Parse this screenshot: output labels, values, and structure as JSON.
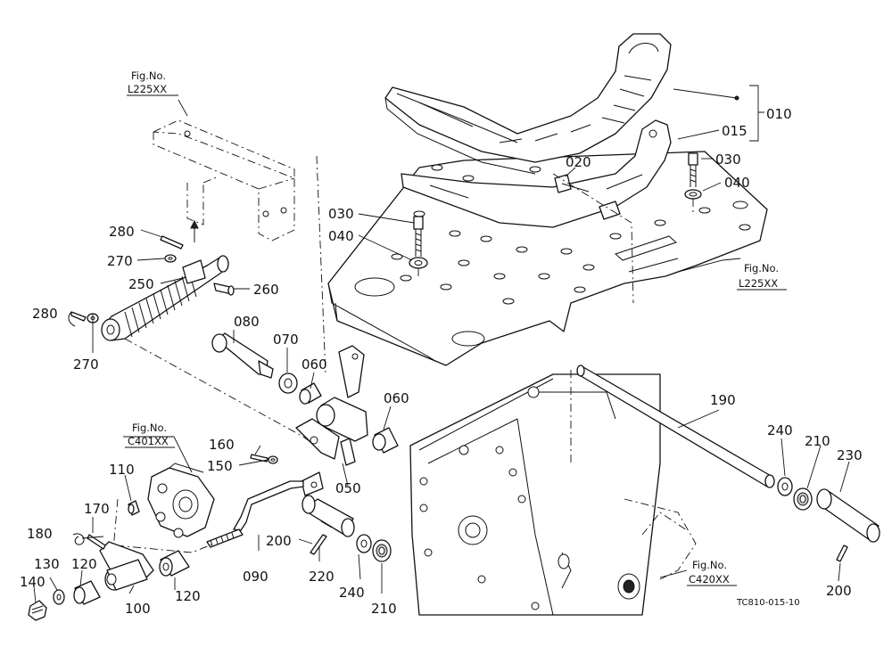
{
  "part_labels": {
    "p010": "010",
    "p015": "015",
    "p020": "020",
    "p030a": "030",
    "p030b": "030",
    "p040a": "040",
    "p040b": "040",
    "p050": "050",
    "p060a": "060",
    "p060b": "060",
    "p070": "070",
    "p080": "080",
    "p090": "090",
    "p100": "100",
    "p110": "110",
    "p120a": "120",
    "p120b": "120",
    "p130": "130",
    "p140": "140",
    "p150": "150",
    "p160": "160",
    "p170": "170",
    "p180": "180",
    "p190": "190",
    "p200a": "200",
    "p200b": "200",
    "p210a": "210",
    "p210b": "210",
    "p220": "220",
    "p230": "230",
    "p240a": "240",
    "p240b": "240",
    "p250": "250",
    "p260": "260",
    "p270a": "270",
    "p270b": "270",
    "p280a": "280",
    "p280b": "280"
  },
  "figure_refs": {
    "top_left": {
      "caption": "Fig.No.",
      "number": "L225XX"
    },
    "right": {
      "caption": "Fig.No.",
      "number": "L225XX"
    },
    "left_mid": {
      "caption": "Fig.No.",
      "number": "C401XX"
    },
    "bottom_right": {
      "caption": "Fig.No.",
      "number": "C420XX"
    }
  },
  "drawing_code": "TC810-015-10"
}
